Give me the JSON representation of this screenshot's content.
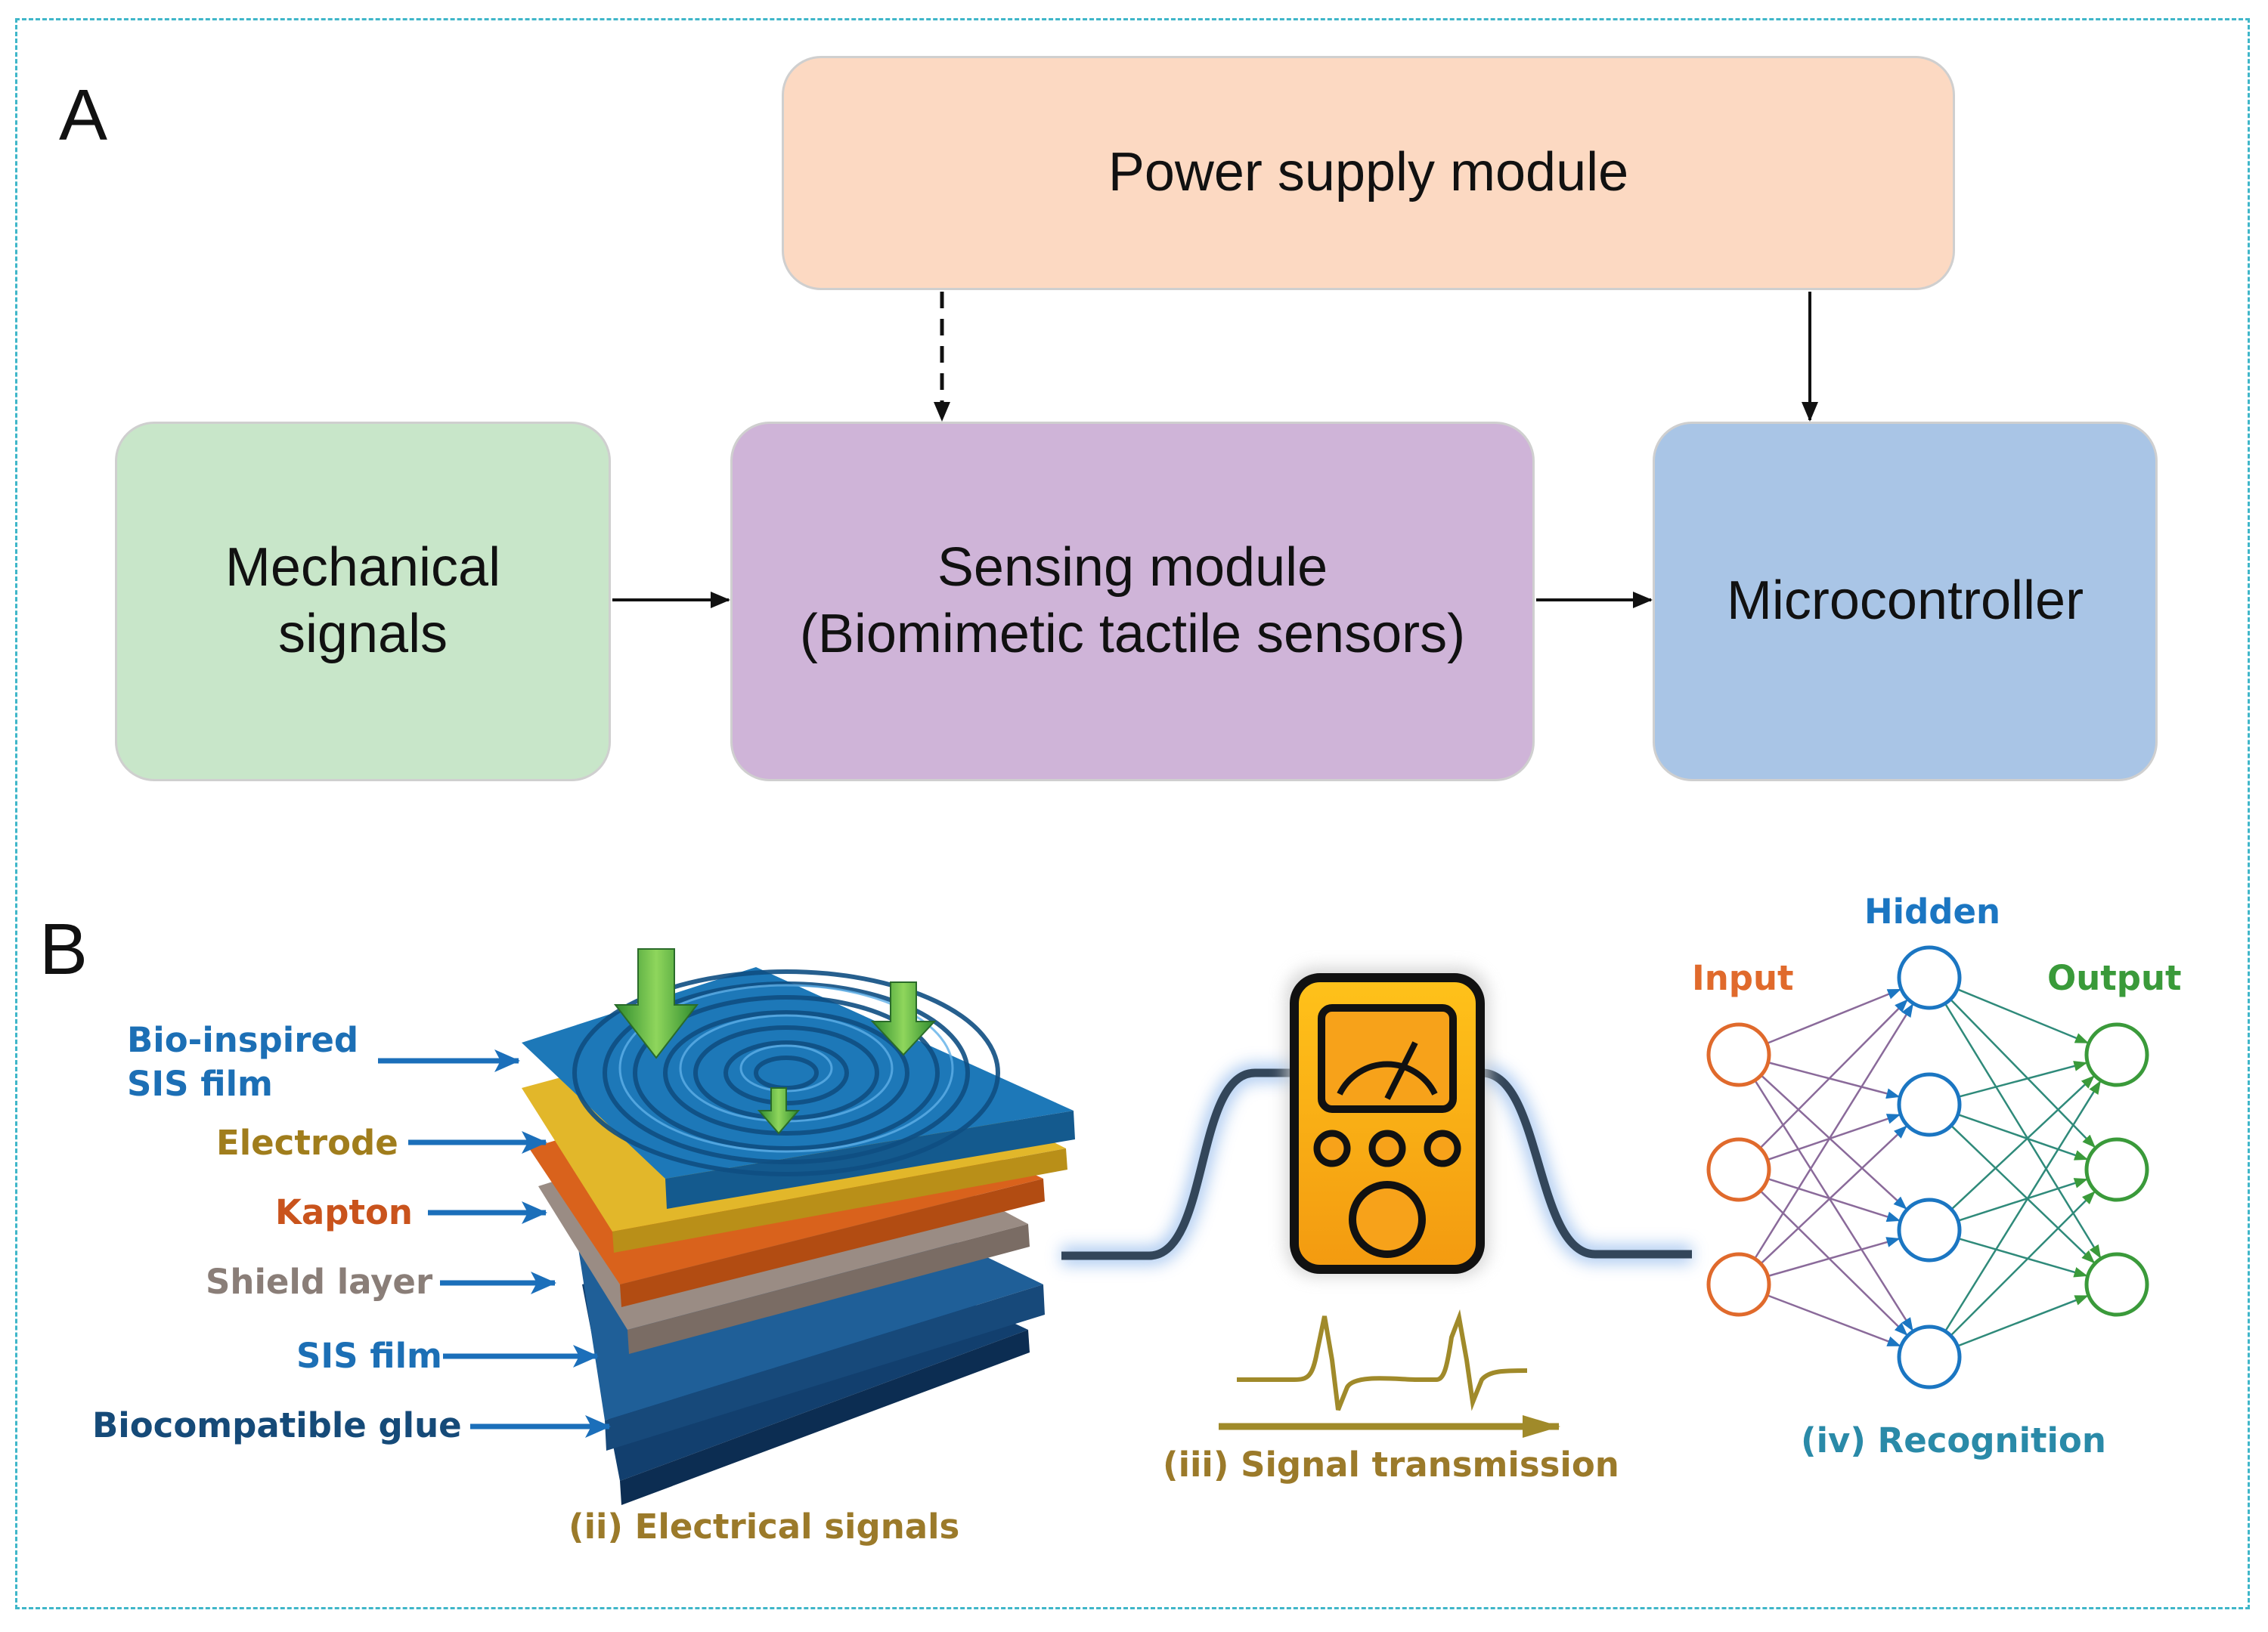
{
  "panel_a": {
    "letter": "A",
    "power_supply": {
      "label": "Power supply module",
      "color": "#fcd9c2"
    },
    "mechanical": {
      "line1": "Mechanical",
      "line2": "signals",
      "color": "#c8e6c9"
    },
    "sensing": {
      "line1": "Sensing module",
      "line2": "(Biomimetic tactile sensors)",
      "color": "#cfb4d8"
    },
    "microcontroller": {
      "label": "Microcontroller",
      "color": "#a9c5e6"
    }
  },
  "panel_b": {
    "letter": "B",
    "layers": [
      {
        "line1": "Bio-inspired",
        "line2": "SIS film",
        "color": "#1c6fb5"
      },
      {
        "line1": "Electrode",
        "color": "#a07d1c"
      },
      {
        "line1": "Kapton",
        "color": "#c9531c"
      },
      {
        "line1": "Shield layer",
        "color": "#8a7e78"
      },
      {
        "line1": "SIS film",
        "color": "#1c6fb5"
      },
      {
        "line1": "Biocompatible glue",
        "color": "#154a78"
      }
    ],
    "step_ii": "(ii) Electrical signals",
    "step_iii": "(iii) Signal transmission",
    "step_iv": "(iv) Recognition",
    "nn_input": "Input",
    "nn_hidden": "Hidden",
    "nn_output": "Output",
    "colors": {
      "input": "#e06a2c",
      "hidden": "#1b76c2",
      "output": "#3a9a3a",
      "step_text": "#9b7a2a",
      "recognition": "#2a8aa8"
    }
  }
}
